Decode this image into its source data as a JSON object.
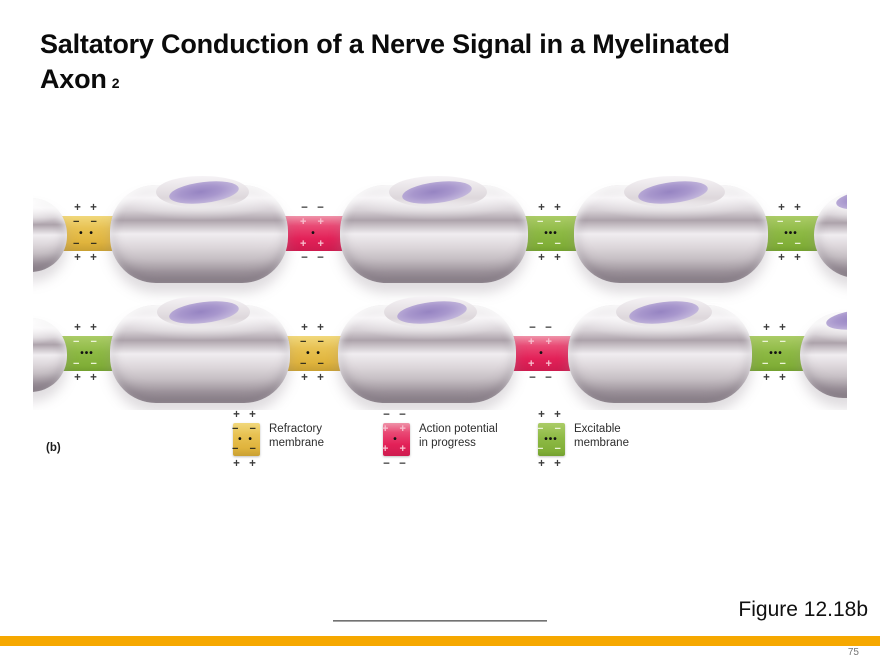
{
  "slide": {
    "title_line1": "Saltatory Conduction of a Nerve Signal in a Myelinated",
    "title_line2": "Axon",
    "title_sub": "2",
    "panel_label": "(b)",
    "figure_caption": "Figure 12.18b",
    "page_number": "75"
  },
  "colors": {
    "refractory": "#e8c253",
    "action": "#e42158",
    "excitable": "#8eba45",
    "accent_bar": "#f6a800",
    "myelin": "#d7d1d6",
    "nucleus": "#a897cd"
  },
  "node_types": {
    "refractory": {
      "name": "Refractory membrane",
      "outside_top": "+ +",
      "inside_top": "− −",
      "inside_dots": "• •",
      "inside_bottom": "− −",
      "outside_bottom": "+ +"
    },
    "action": {
      "name": "Action potential in progress",
      "outside_top": "− −",
      "inside_top": "+ +",
      "inside_dots": "•",
      "inside_bottom": "+ +",
      "outside_bottom": "− −"
    },
    "excitable": {
      "name": "Excitable membrane",
      "outside_top": "+ +",
      "inside_top": "− −",
      "inside_dots": "•••",
      "inside_bottom": "− −",
      "outside_bottom": "+ +"
    }
  },
  "diagram": {
    "row1_nodes": [
      "refractory",
      "action",
      "excitable",
      "excitable"
    ],
    "row2_nodes": [
      "excitable",
      "refractory",
      "action",
      "excitable"
    ]
  },
  "legend": {
    "items": [
      {
        "type": "refractory",
        "label_line1": "Refractory",
        "label_line2": "membrane"
      },
      {
        "type": "action",
        "label_line1": "Action potential",
        "label_line2": "in progress"
      },
      {
        "type": "excitable",
        "label_line1": "Excitable",
        "label_line2": "membrane"
      }
    ]
  }
}
